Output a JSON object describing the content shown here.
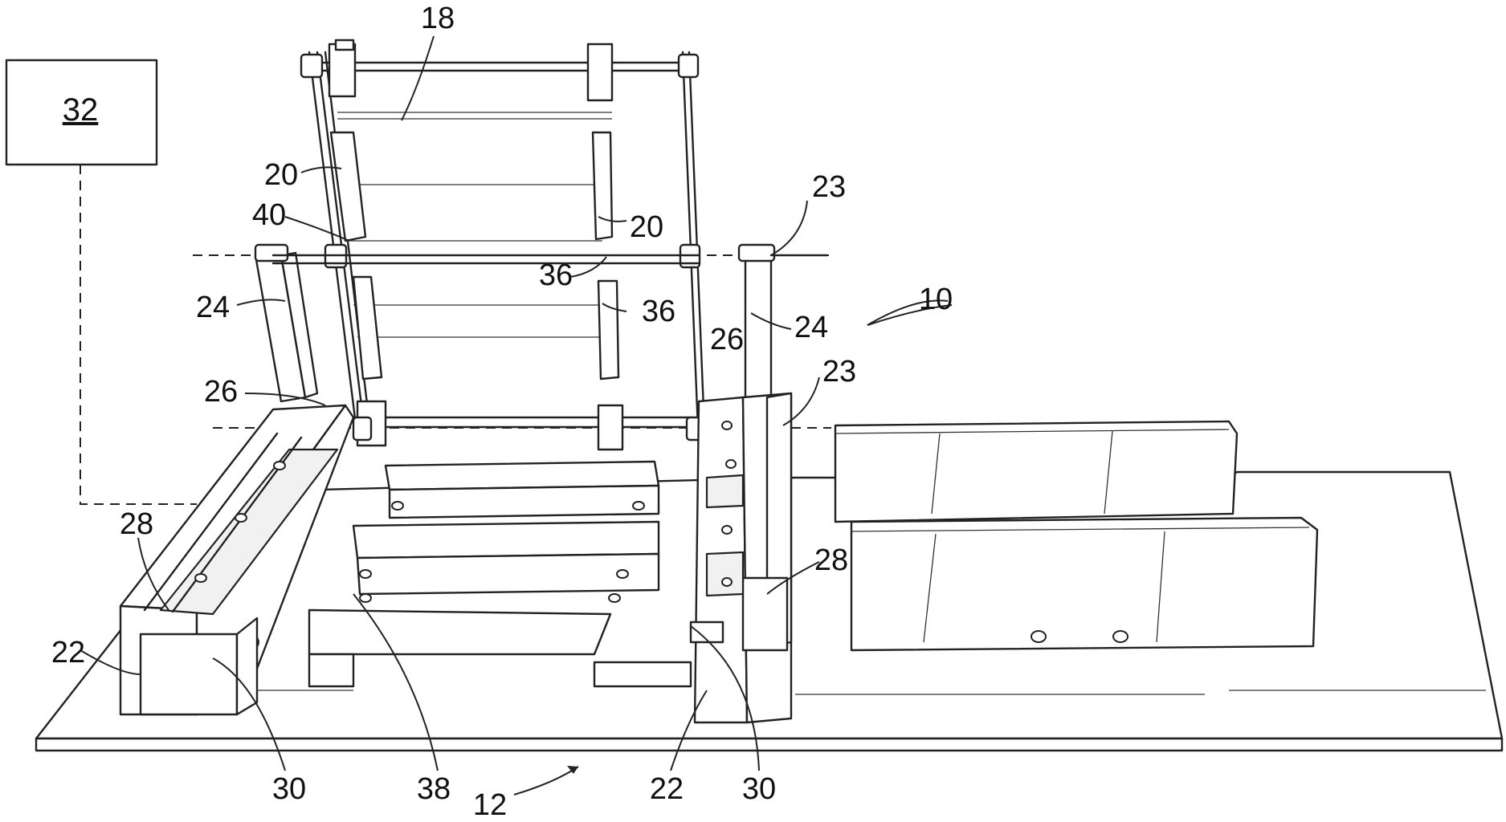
{
  "figure": {
    "controller_box_label": "32",
    "reference_numerals": {
      "frame": "18",
      "upper_pad_left": "20",
      "upper_pad_right": "20",
      "plane_upper": "23",
      "plane_lower": "23",
      "post_left": "24",
      "post_right": "24",
      "assembly": "10",
      "guide_left": "26",
      "guide_right": "26",
      "rod_left": "40",
      "rod_right": "36",
      "pad_right_lower": "36",
      "rail_left": "28",
      "rail_right": "28",
      "base_left": "22",
      "base_right": "22",
      "groove_left": "30",
      "groove_right": "30",
      "slat": "38",
      "base_plate": "12"
    }
  }
}
